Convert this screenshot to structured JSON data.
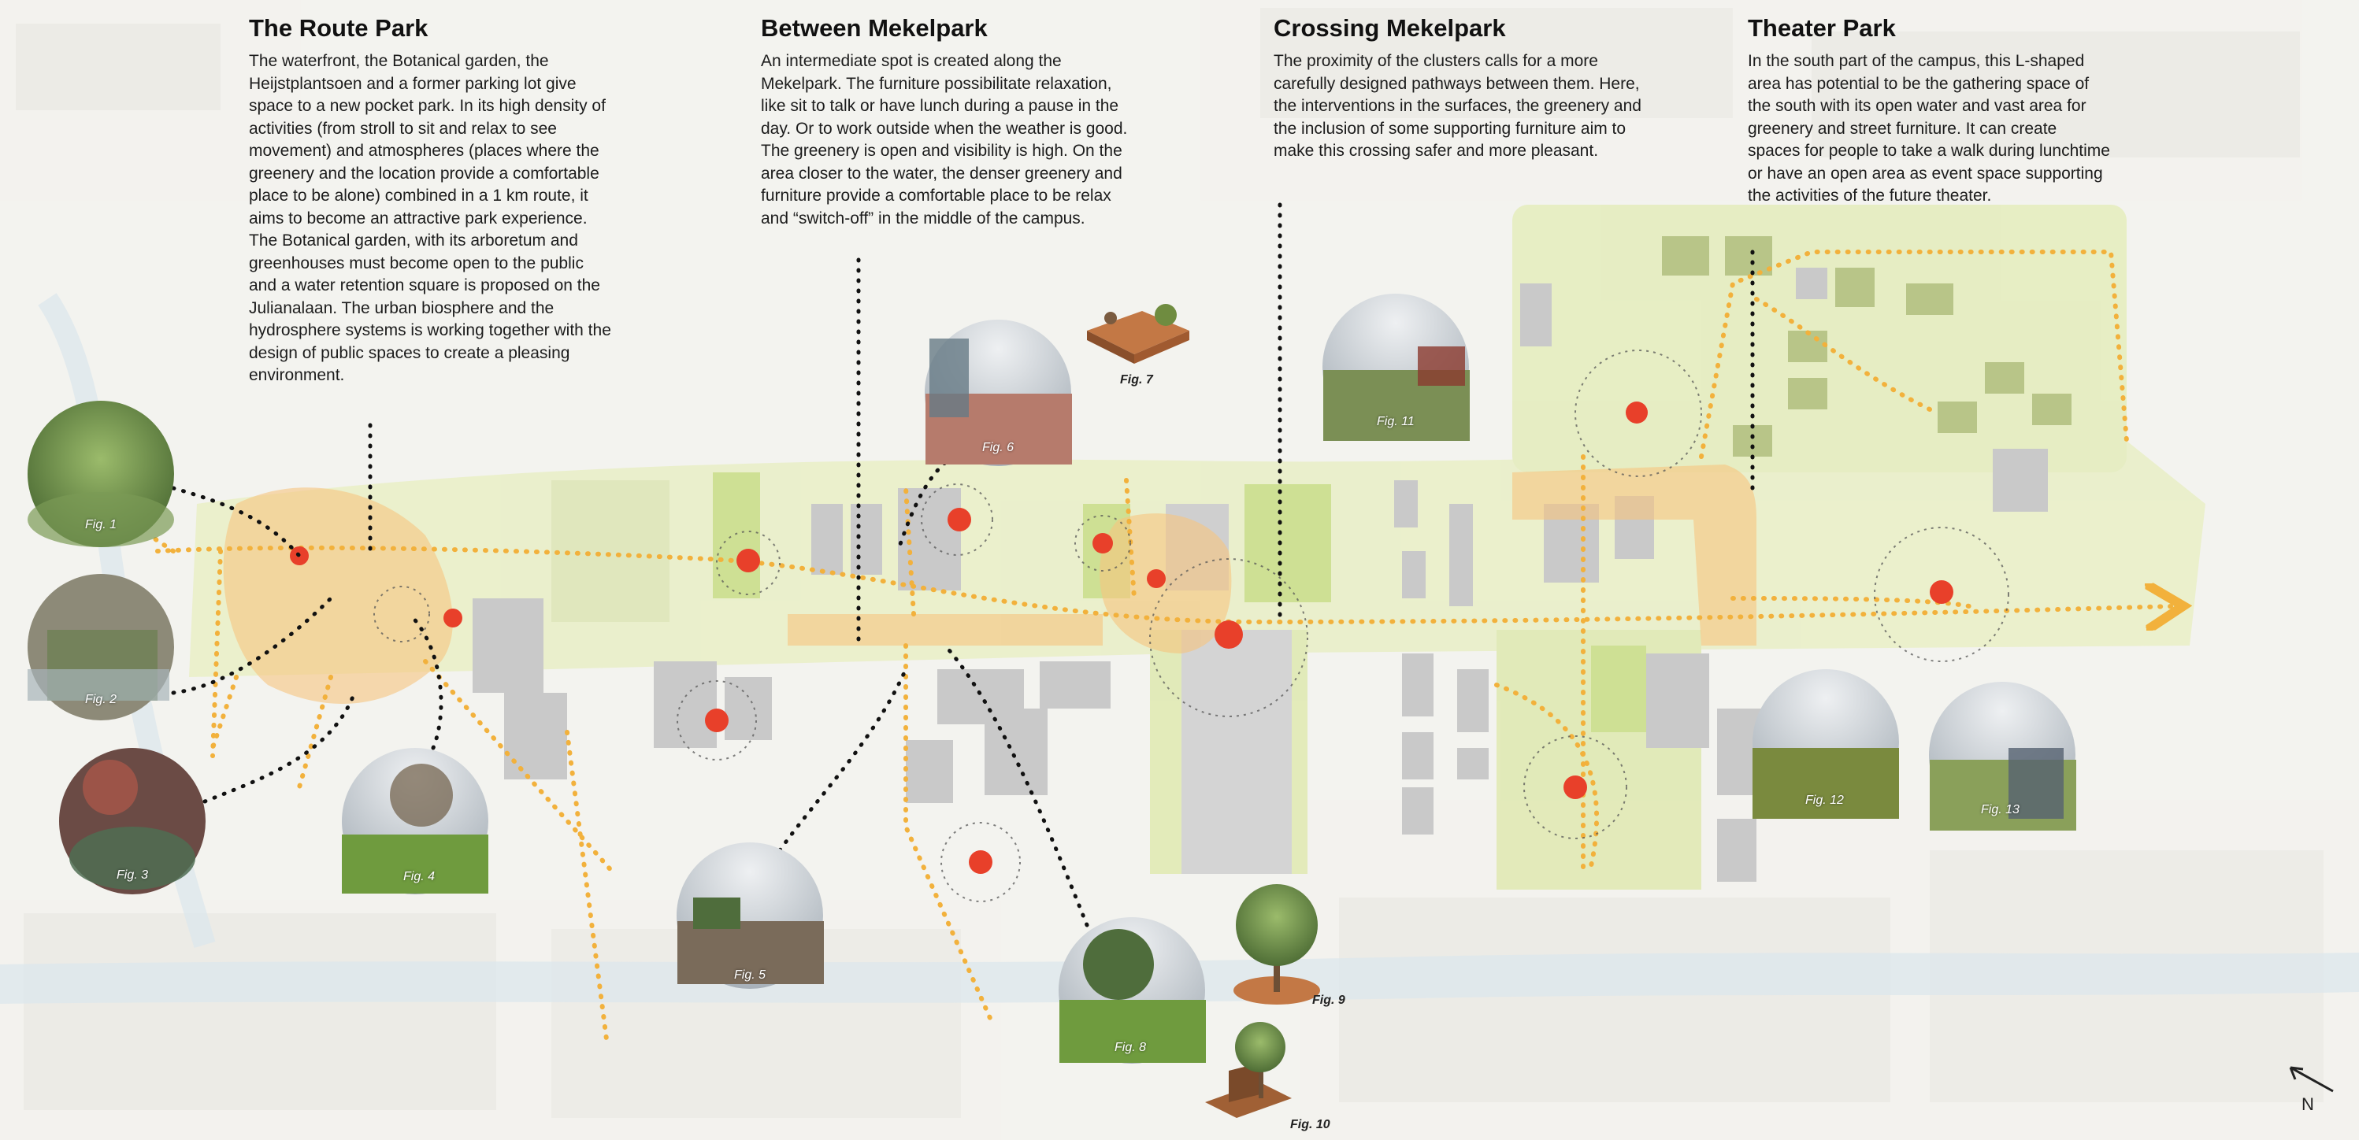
{
  "sections": [
    {
      "title": "The Route Park",
      "body": "The waterfront, the Botanical garden, the Heijstplantsoen and a former parking lot give space to a new pocket park. In its high density of activities (from stroll to sit and relax to see movement) and atmospheres (places where the greenery and the location provide a comfortable place to be alone) combined in a 1 km route, it aims to become an attractive park experience. The Botanical garden, with its arboretum and greenhouses must become open to the public and a water retention square is proposed on the Julianalaan. The urban biosphere and the hydrosphere systems is working together with the design of public spaces to create a pleasing environment."
    },
    {
      "title": "Between Mekelpark",
      "body": "An intermediate spot is created along the Mekelpark. The furniture possibilitate relaxation, like sit to talk or have lunch during a pause in the day. Or to work outside when the weather is good. The greenery is open and visibility is high. On the area closer to the water, the denser greenery and furniture provide a comfortable place to be relax and “switch-off” in the middle of the campus."
    },
    {
      "title": "Crossing Mekelpark",
      "body": "The proximity of the clusters calls for a more carefully designed pathways between them. Here, the interventions in the surfaces, the greenery and the inclusion of some supporting furniture aim to make this crossing safer and more pleasant."
    },
    {
      "title": "Theater Park",
      "body": "In the south part of the campus, this L-shaped area has potential to be the gathering space of the south with its open water and vast area for greenery and street furniture. It can create spaces for people to take a walk during lunchtime or have an open area as event space supporting the activities of the future theater."
    }
  ],
  "figures": {
    "fig1": "Fig. 1",
    "fig2": "Fig. 2",
    "fig3": "Fig. 3",
    "fig4": "Fig. 4",
    "fig5": "Fig. 5",
    "fig6": "Fig. 6",
    "fig7": "Fig. 7",
    "fig8": "Fig. 8",
    "fig9": "Fig. 9",
    "fig10": "Fig. 10",
    "fig11": "Fig. 11",
    "fig12": "Fig. 12",
    "fig13": "Fig. 13"
  },
  "compass": {
    "label": "N"
  },
  "colors": {
    "route": "#f2b13c",
    "park_zone": "#f6c47e",
    "green": "#cfe08a",
    "node": "#e8402a",
    "building": "#c6c6c6",
    "water": "#d9e6ee"
  }
}
